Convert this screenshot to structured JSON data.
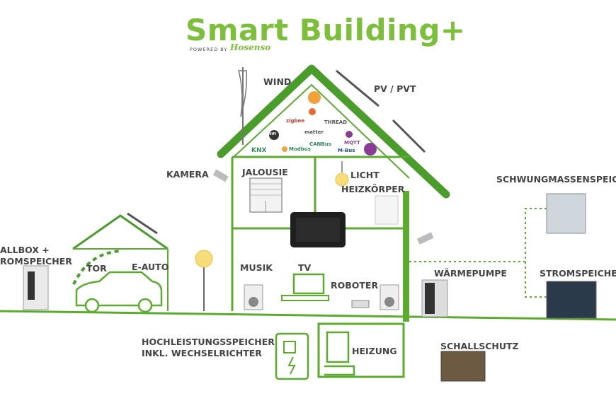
{
  "header": {
    "title": "Smart Building+",
    "powered_by": "POWERED BY",
    "brand": "Hosenso"
  },
  "labels": {
    "wind": "WIND",
    "pv": "PV / PVT",
    "kamera": "KAMERA",
    "jalousie": "JALOUSIE",
    "licht": "LICHT",
    "heizkoerper": "HEIZKÖRPER",
    "wallbox_1": "ALLBOX +",
    "wallbox_2": "ROMSPEICHER",
    "tor": "TOR",
    "eauto": "E-AUTO",
    "musik": "MUSIK",
    "tv": "TV",
    "roboter": "ROBOTER",
    "waermepumpe": "WÄRMEPUMPE",
    "schwung": "SCHWUNGMASSENSPEICH",
    "strom": "STROMSPEICHER",
    "hochleistung_1": "HOCHLEISTUNGSSPEICHER",
    "hochleistung_2": "INKL. WECHSELRICHTER",
    "heizung": "HEIZUNG",
    "schallschutz": "SCHALLSCHUTZ"
  },
  "protocols": {
    "zigbee": "zigbee",
    "thread": "THREAD",
    "wifi": "WiFi",
    "matter": "matter",
    "mqtt": "MQTT",
    "knx": "KNX",
    "modbus": "Modbus",
    "canbus": "CANBus",
    "mbus": "M-Bus"
  },
  "colors": {
    "green": "#5aab2e",
    "title_green": "#7cbf3a",
    "label_gray": "#444444"
  }
}
